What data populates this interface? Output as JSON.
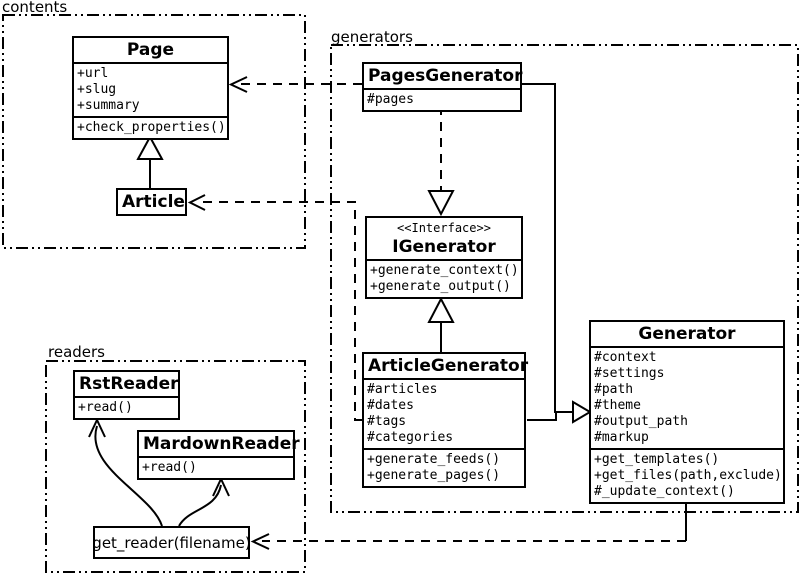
{
  "diagram": {
    "title": "UML class diagram",
    "packages": {
      "contents": {
        "label": "contents"
      },
      "generators": {
        "label": "generators"
      },
      "readers": {
        "label": "readers"
      }
    },
    "classes": {
      "page": {
        "name": "Page",
        "attributes": [
          "+url",
          "+slug",
          "+summary"
        ],
        "methods": [
          "+check_properties()"
        ]
      },
      "article": {
        "name": "Article"
      },
      "pages_generator": {
        "name": "PagesGenerator",
        "attributes": [
          "#pages"
        ]
      },
      "igenerator": {
        "stereotype": "<<Interface>>",
        "name": "IGenerator",
        "methods": [
          "+generate_context()",
          "+generate_output()"
        ]
      },
      "article_generator": {
        "name": "ArticleGenerator",
        "attributes": [
          "#articles",
          "#dates",
          "#tags",
          "#categories"
        ],
        "methods": [
          "+generate_feeds()",
          "+generate_pages()"
        ]
      },
      "generator": {
        "name": "Generator",
        "attributes": [
          "#context",
          "#settings",
          "#path",
          "#theme",
          "#output_path",
          "#markup"
        ],
        "methods": [
          "+get_templates()",
          "+get_files(path,exclude)",
          "#_update_context()"
        ]
      },
      "rst_reader": {
        "name": "RstReader",
        "methods": [
          "+read()"
        ]
      },
      "markdown_reader": {
        "name": "MardownReader",
        "methods": [
          "+read()"
        ]
      },
      "get_reader": {
        "name": "get_reader(filename)"
      }
    },
    "colors": {
      "line": "#000000",
      "background": "#ffffff"
    }
  }
}
